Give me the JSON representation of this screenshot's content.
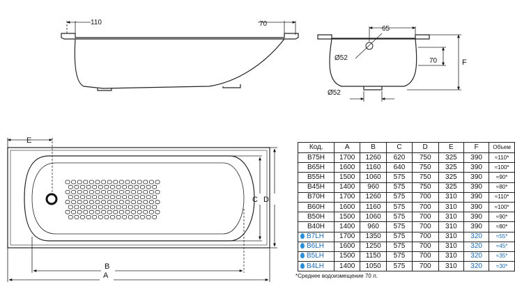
{
  "side_view": {
    "dim_left": "110",
    "dim_right": "70"
  },
  "end_view": {
    "dim_65": "65",
    "dim_diam_top": "Ø52",
    "dim_70": "70",
    "dim_f": "F",
    "dim_diam_bottom": "Ø52"
  },
  "top_view": {
    "label_e": "E",
    "label_c": "C",
    "label_d": "D",
    "label_b": "B",
    "label_a": "A"
  },
  "table": {
    "headers": [
      "Код.",
      "A",
      "B",
      "C",
      "D",
      "E",
      "F",
      "Объем"
    ],
    "rows": [
      {
        "code": "B75H",
        "a": "1700",
        "b": "1260",
        "c": "620",
        "d": "750",
        "e": "325",
        "f": "390",
        "vol": "≈110*",
        "blue": false
      },
      {
        "code": "B65H",
        "a": "1600",
        "b": "1160",
        "c": "640",
        "d": "750",
        "e": "325",
        "f": "390",
        "vol": "≈100*",
        "blue": false
      },
      {
        "code": "B55H",
        "a": "1500",
        "b": "1060",
        "c": "575",
        "d": "750",
        "e": "325",
        "f": "390",
        "vol": "≈90*",
        "blue": false
      },
      {
        "code": "B45H",
        "a": "1400",
        "b": "960",
        "c": "575",
        "d": "750",
        "e": "325",
        "f": "390",
        "vol": "≈80*",
        "blue": false
      },
      {
        "code": "B70H",
        "a": "1700",
        "b": "1260",
        "c": "575",
        "d": "700",
        "e": "310",
        "f": "390",
        "vol": "≈110*",
        "blue": false
      },
      {
        "code": "B60H",
        "a": "1600",
        "b": "1160",
        "c": "575",
        "d": "700",
        "e": "310",
        "f": "390",
        "vol": "≈100*",
        "blue": false
      },
      {
        "code": "B50H",
        "a": "1500",
        "b": "1060",
        "c": "575",
        "d": "700",
        "e": "310",
        "f": "390",
        "vol": "≈90*",
        "blue": false
      },
      {
        "code": "B40H",
        "a": "1400",
        "b": "960",
        "c": "575",
        "d": "700",
        "e": "310",
        "f": "390",
        "vol": "≈80*",
        "blue": false
      },
      {
        "code": "B7LH",
        "a": "1700",
        "b": "1350",
        "c": "575",
        "d": "700",
        "e": "310",
        "f": "320",
        "vol": "≈55*",
        "blue": true
      },
      {
        "code": "B6LH",
        "a": "1600",
        "b": "1250",
        "c": "575",
        "d": "700",
        "e": "310",
        "f": "320",
        "vol": "≈45*",
        "blue": true
      },
      {
        "code": "B5LH",
        "a": "1500",
        "b": "1150",
        "c": "575",
        "d": "700",
        "e": "310",
        "f": "320",
        "vol": "≈35*",
        "blue": true
      },
      {
        "code": "B4LH",
        "a": "1400",
        "b": "1050",
        "c": "575",
        "d": "700",
        "e": "310",
        "f": "320",
        "vol": "≈30*",
        "blue": true
      }
    ]
  },
  "footnote": "*Среднее водоизмещение 70 л.",
  "colors": {
    "line": "#222222",
    "accent_blue": "#1a6ab3",
    "drop_icon": "#2a8fd8"
  }
}
